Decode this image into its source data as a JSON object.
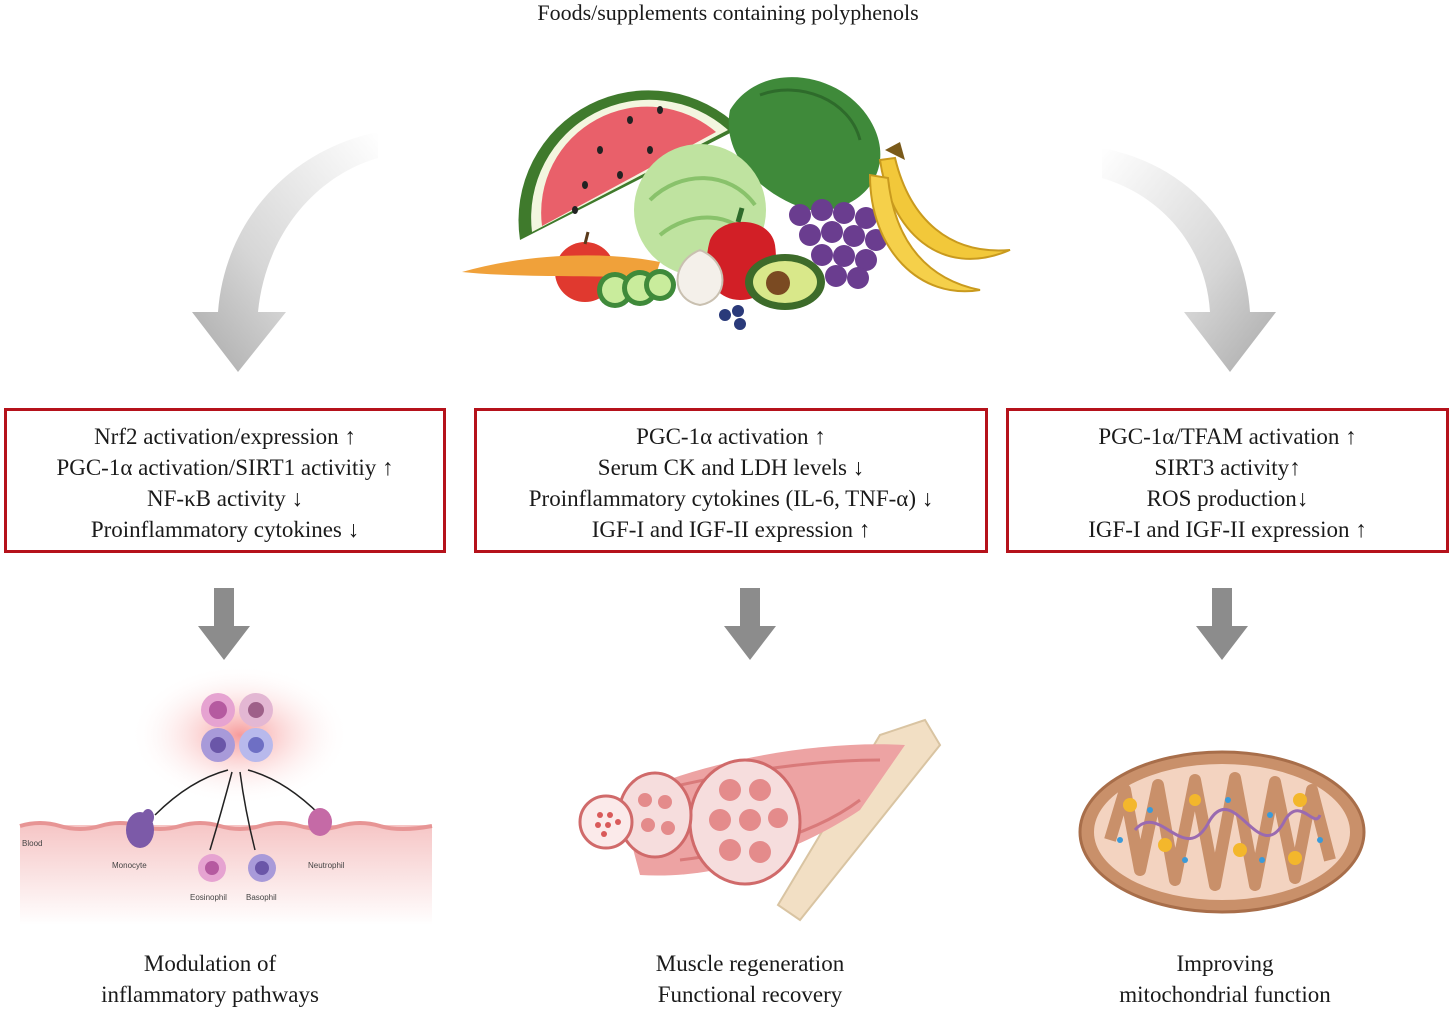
{
  "title": "Foods/supplements containing polyphenols",
  "boxes": [
    {
      "lines": [
        "Nrf2 activation/expression ↑",
        "PGC-1α activation/SIRT1 activitiy ↑",
        "NF-κB activity ↓",
        "Proinflammatory cytokines ↓"
      ]
    },
    {
      "lines": [
        "PGC-1α activation ↑",
        "Serum CK and LDH levels ↓",
        "Proinflammatory cytokines (IL-6, TNF-α) ↓",
        "IGF-I and IGF-II expression ↑"
      ]
    },
    {
      "lines": [
        "PGC-1α/TFAM activation ↑",
        "SIRT3 activity↑",
        "ROS production↓",
        "IGF-I and IGF-II expression ↑"
      ]
    }
  ],
  "illustration_labels": {
    "blood": "Blood",
    "monocyte": "Monocyte",
    "eosinophil": "Eosinophil",
    "basophil": "Basophil",
    "neutrophil": "Neutrophil"
  },
  "captions": [
    [
      "Modulation of",
      "inflammatory pathways"
    ],
    [
      "Muscle regeneration",
      "Functional recovery"
    ],
    [
      "Improving",
      "mitochondrial function"
    ]
  ],
  "colors": {
    "box_border": "#b5121b",
    "arrow": "#8c8c8c"
  }
}
